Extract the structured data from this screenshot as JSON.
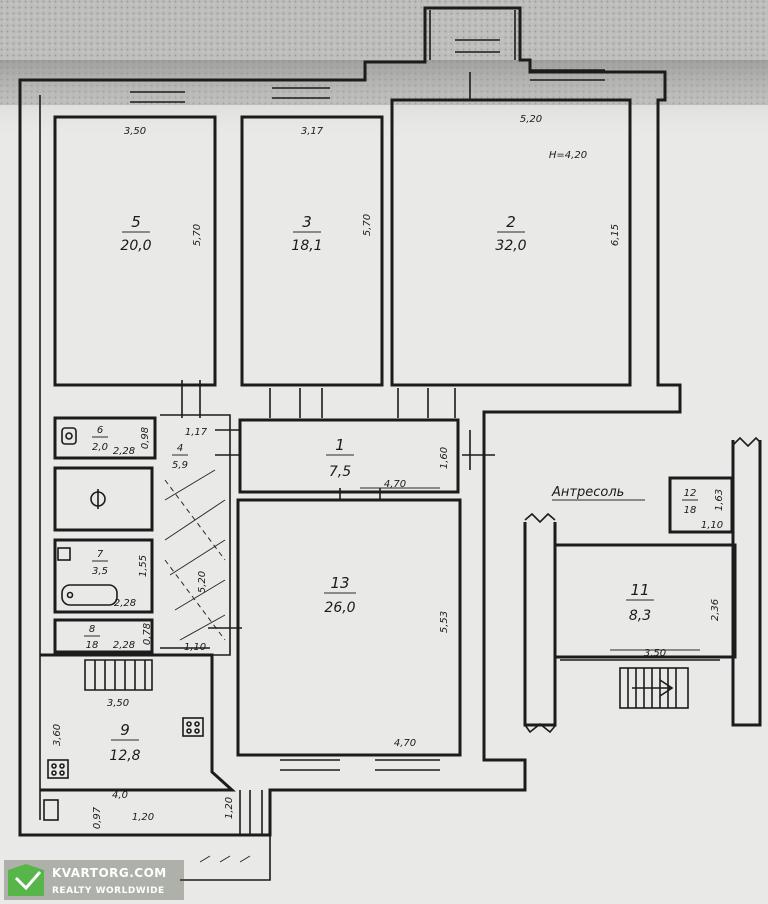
{
  "rooms": [
    {
      "id": "5",
      "number": "5",
      "area": "20,0"
    },
    {
      "id": "3",
      "number": "3",
      "area": "18,1"
    },
    {
      "id": "2",
      "number": "2",
      "area": "32,0"
    },
    {
      "id": "1",
      "number": "1",
      "area": "7,5"
    },
    {
      "id": "13",
      "number": "13",
      "area": "26,0"
    },
    {
      "id": "11",
      "number": "11",
      "area": "8,3"
    },
    {
      "id": "12",
      "number": "12",
      "area": "18"
    },
    {
      "id": "6",
      "number": "6",
      "area": "2,0"
    },
    {
      "id": "4",
      "number": "4",
      "area": "5,9"
    },
    {
      "id": "7",
      "number": "7",
      "area": "3,5"
    },
    {
      "id": "8",
      "number": "8",
      "area": "18"
    },
    {
      "id": "9",
      "number": "9",
      "area": "12,8"
    }
  ],
  "dimensions": {
    "r5_width": "3,50",
    "r5_height": "5,70",
    "r3_width": "3,17",
    "r3_height": "5,70",
    "r2_width": "5,20",
    "r2_ceiling": "H=4,20",
    "r2_height": "6,15",
    "r1_width": "4,70",
    "r1_height": "1,60",
    "r1_door": "1,17",
    "r6_a": "0,98",
    "r6_b": "2,28",
    "r7_a": "1,55",
    "r7_b": "2,28",
    "r8_a": "0,78",
    "r8_b": "2,28",
    "r4_height": "5,20",
    "r4_bottom": "1,10",
    "r13_height": "5,53",
    "r13_width": "4,70",
    "r9_width": "3,50",
    "r9_height": "3,60",
    "r9_diag": "4,0",
    "r9_bottom": "1,20",
    "r9_small": "0,97",
    "entry_width": "1,20",
    "r11_width": "3,50",
    "r11_height": "2,36",
    "r12_width": "1,10",
    "r12_height": "1,63"
  },
  "labels": {
    "mezzanine": "Антресоль"
  },
  "watermark": {
    "title": "KVARTORG.COM",
    "subtitle": "REALTY WORLDWIDE"
  },
  "colors": {
    "paper": "#e9e9e7",
    "ink": "#1c1c1c",
    "watermark_green": "#58b54a"
  }
}
